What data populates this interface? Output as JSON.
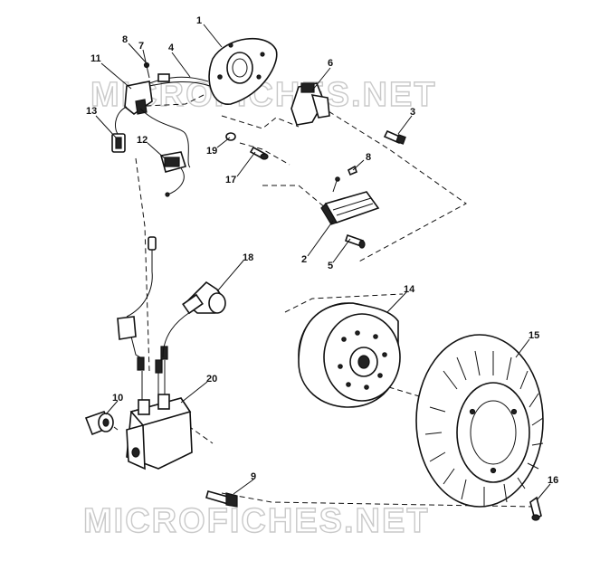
{
  "watermark": "MICROFICHES.NET",
  "callouts": {
    "c1": "1",
    "c2": "2",
    "c3": "3",
    "c4": "4",
    "c5": "5",
    "c6": "6",
    "c7": "7",
    "c8a": "8",
    "c8b": "8",
    "c9": "9",
    "c10": "10",
    "c11": "11",
    "c12": "12",
    "c13": "13",
    "c14": "14",
    "c15": "15",
    "c16": "16",
    "c17": "17",
    "c18": "18",
    "c19": "19",
    "c20": "20"
  }
}
